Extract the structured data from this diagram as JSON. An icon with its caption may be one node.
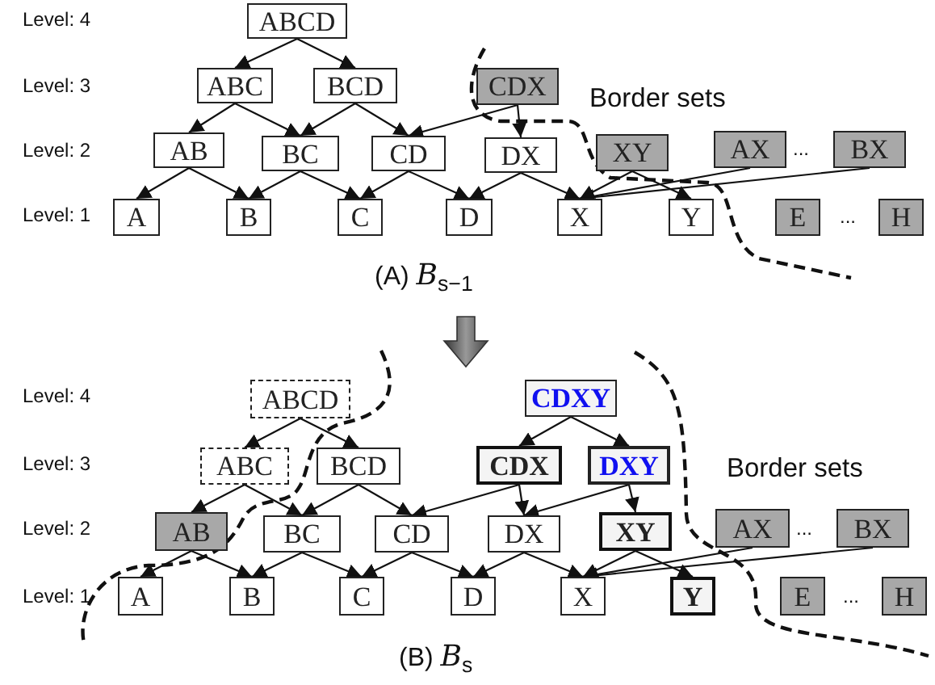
{
  "diagram": {
    "nodes": [
      {
        "text": [
          "ABCD"
        ]
      },
      {
        "text": [
          "ABC"
        ]
      },
      {
        "text": [
          "BCD"
        ]
      },
      {
        "text": [
          "CDX"
        ]
      },
      {
        "text": [
          "AB"
        ]
      },
      {
        "text": [
          "BC"
        ]
      },
      {
        "text": [
          "CD"
        ]
      },
      {
        "text": [
          "DX"
        ]
      },
      {
        "text": [
          "XY"
        ]
      },
      {
        "text": [
          "AX"
        ]
      },
      {
        "text": [
          "BX"
        ]
      },
      {
        "text": [
          "A"
        ]
      },
      {
        "text": [
          "B"
        ]
      },
      {
        "text": [
          "C"
        ]
      },
      {
        "text": [
          "D"
        ]
      },
      {
        "text": [
          "X"
        ]
      },
      {
        "text": [
          "Y"
        ]
      },
      {
        "text": [
          "E"
        ]
      },
      {
        "text": [
          "H"
        ]
      },
      {
        "text": [
          "ABCD"
        ]
      },
      {
        "text": [
          "CDXY"
        ]
      },
      {
        "text": [
          "ABC"
        ]
      },
      {
        "text": [
          "BCD"
        ]
      },
      {
        "text": [
          "CDX"
        ]
      },
      {
        "text": [
          "DXY"
        ]
      },
      {
        "text": [
          "AB"
        ]
      },
      {
        "text": [
          "BC"
        ]
      },
      {
        "text": [
          "CD"
        ]
      },
      {
        "text": [
          "DX"
        ]
      },
      {
        "text": [
          "XY"
        ]
      },
      {
        "text": [
          "AX"
        ]
      },
      {
        "text": [
          "BX"
        ]
      },
      {
        "text": [
          "A"
        ]
      },
      {
        "text": [
          "B"
        ]
      },
      {
        "text": [
          "C"
        ]
      },
      {
        "text": [
          "D"
        ]
      },
      {
        "text": [
          "X"
        ]
      },
      {
        "text": [
          "Y"
        ]
      },
      {
        "text": [
          "E"
        ]
      },
      {
        "text": [
          "H"
        ]
      }
    ],
    "edges": [
      {
        "from": 0,
        "to": 1,
        "arrow": "to"
      },
      {
        "from": 0,
        "to": 2,
        "arrow": "to"
      },
      {
        "from": 1,
        "to": 4,
        "arrow": "to"
      },
      {
        "from": 1,
        "to": 5,
        "arrow": "to"
      },
      {
        "from": 2,
        "to": 5,
        "arrow": "to"
      },
      {
        "from": 2,
        "to": 6,
        "arrow": "to"
      },
      {
        "from": 3,
        "to": 6,
        "arrow": "to"
      },
      {
        "from": 3,
        "to": 7,
        "arrow": "to"
      },
      {
        "from": 4,
        "to": 11,
        "arrow": "to"
      },
      {
        "from": 4,
        "to": 12,
        "arrow": "to"
      },
      {
        "from": 5,
        "to": 12,
        "arrow": "to"
      },
      {
        "from": 5,
        "to": 13,
        "arrow": "to"
      },
      {
        "from": 6,
        "to": 13,
        "arrow": "to"
      },
      {
        "from": 6,
        "to": 14,
        "arrow": "to"
      },
      {
        "from": 7,
        "to": 14,
        "arrow": "to"
      },
      {
        "from": 7,
        "to": 15,
        "arrow": "to"
      },
      {
        "from": 8,
        "to": 15,
        "arrow": "to"
      },
      {
        "from": 8,
        "to": 16,
        "arrow": "to"
      },
      {
        "from": 9,
        "to": 15,
        "arrow": "to"
      },
      {
        "from": 10,
        "to": 15,
        "arrow": "to"
      },
      {
        "from": 19,
        "to": 21,
        "arrow": "to"
      },
      {
        "from": 19,
        "to": 22,
        "arrow": "to"
      },
      {
        "from": 21,
        "to": 25,
        "arrow": "to"
      },
      {
        "from": 21,
        "to": 26,
        "arrow": "to"
      },
      {
        "from": 22,
        "to": 26,
        "arrow": "to"
      },
      {
        "from": 22,
        "to": 27,
        "arrow": "to"
      },
      {
        "from": 20,
        "to": 23,
        "arrow": "to"
      },
      {
        "from": 20,
        "to": 24,
        "arrow": "to"
      },
      {
        "from": 23,
        "to": 27,
        "arrow": "to"
      },
      {
        "from": 23,
        "to": 28,
        "arrow": "to"
      },
      {
        "from": 24,
        "to": 28,
        "arrow": "to"
      },
      {
        "from": 24,
        "to": 29,
        "arrow": "to"
      },
      {
        "from": 25,
        "to": 32,
        "arrow": "to"
      },
      {
        "from": 25,
        "to": 33,
        "arrow": "to"
      },
      {
        "from": 26,
        "to": 33,
        "arrow": "to"
      },
      {
        "from": 26,
        "to": 34,
        "arrow": "to"
      },
      {
        "from": 27,
        "to": 34,
        "arrow": "to"
      },
      {
        "from": 27,
        "to": 35,
        "arrow": "to"
      },
      {
        "from": 28,
        "to": 35,
        "arrow": "to"
      },
      {
        "from": 28,
        "to": 36,
        "arrow": "to"
      },
      {
        "from": 29,
        "to": 36,
        "arrow": "to"
      },
      {
        "from": 29,
        "to": 37,
        "arrow": "to"
      },
      {
        "from": 30,
        "to": 36,
        "arrow": "to"
      },
      {
        "from": 31,
        "to": 36,
        "arrow": "to"
      }
    ],
    "labels": [
      "Level: 4",
      "Level: 3",
      "Border sets",
      "Level: 2",
      "...",
      "Level: 1",
      "...",
      "(A) *B*$_{s−1}$",
      "Level: 4",
      "Level: 3",
      "Border sets",
      "Level: 2",
      "...",
      "Level: 1",
      "...",
      "(B) *B*$_{s}$"
    ]
  }
}
